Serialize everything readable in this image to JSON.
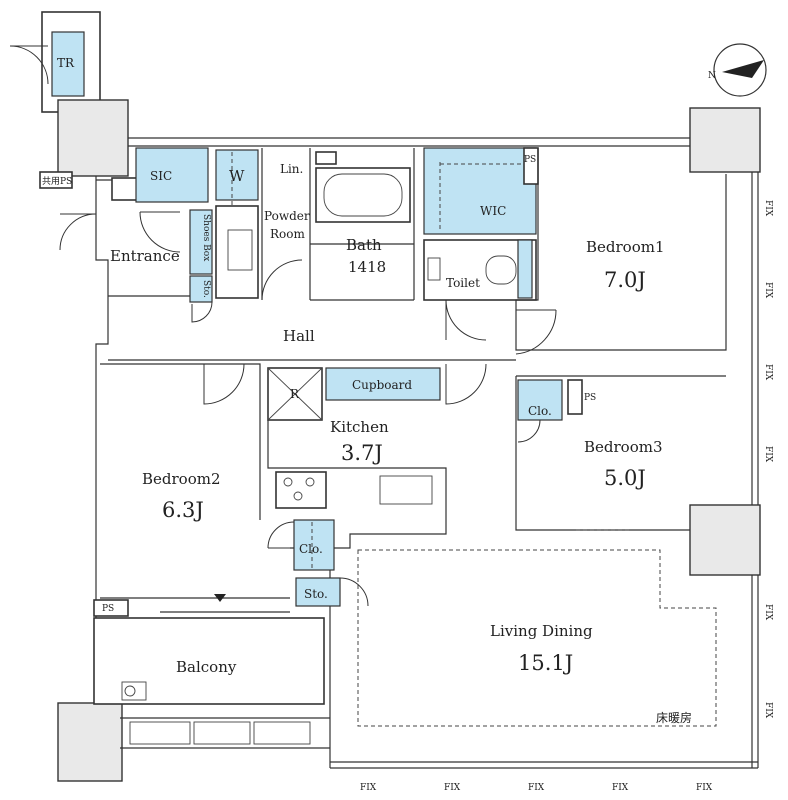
{
  "colors": {
    "storage": "#bfe3f3",
    "wall": "#e9e9e9",
    "line": "#333333"
  },
  "rooms": {
    "tr": "TR",
    "shared_ps": "共用PS",
    "sic": "SIC",
    "w": "W",
    "lin": "Lin.",
    "powder_room_1": "Powder",
    "powder_room_2": "Room",
    "bath": "Bath",
    "bath_size": "1418",
    "wic": "WIC",
    "ps_top": "PS",
    "entrance": "Entrance",
    "shoes_box": "Shoes Box",
    "sto_entrance": "Sto.",
    "toilet": "Toilet",
    "bedroom1": "Bedroom1",
    "bedroom1_size": "7.0J",
    "hall": "Hall",
    "fridge": "R",
    "cupboard": "Cupboard",
    "clo_bed3": "Clo.",
    "ps_bed3": "PS",
    "kitchen": "Kitchen",
    "kitchen_size": "3.7J",
    "bedroom3": "Bedroom3",
    "bedroom3_size": "5.0J",
    "bedroom2": "Bedroom2",
    "bedroom2_size": "6.3J",
    "clo_bed2": "Clo.",
    "sto_kitchen": "Sto.",
    "ps_bed2": "PS",
    "living_dining": "Living Dining",
    "living_dining_size": "15.1J",
    "balcony": "Balcony",
    "floor_heating": "床暖房"
  },
  "fix_label": "FIX",
  "compass": "N"
}
